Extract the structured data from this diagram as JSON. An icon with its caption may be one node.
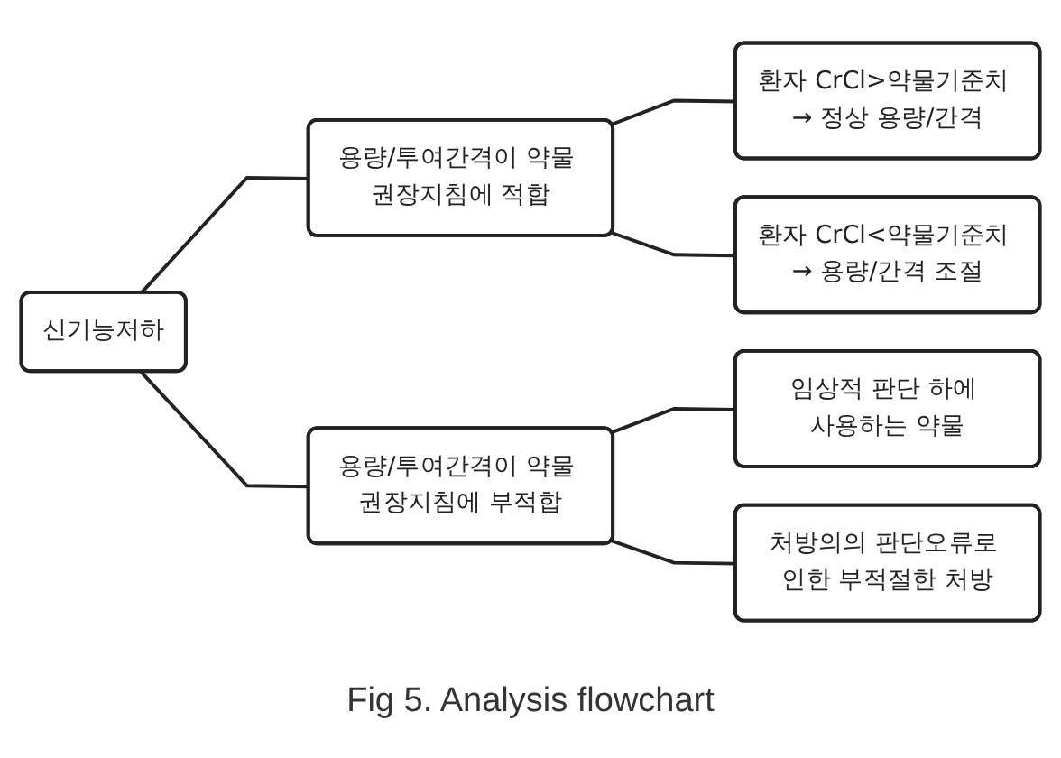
{
  "diagram": {
    "caption": "Fig 5. Analysis flowchart",
    "nodes": [
      {
        "text": [
          "신기능저하"
        ]
      },
      {
        "text": [
          "용량/투여간격이 약물 권장지침에 적합"
        ]
      },
      {
        "text": [
          "환자 CrCl>약물기준치 → 정상 용량/간격"
        ]
      },
      {
        "text": [
          "환자 CrCl<약물기준치 → 용량/간격 조절"
        ]
      },
      {
        "text": [
          "용량/투여간격이 약물 권장지침에 부적합"
        ]
      },
      {
        "text": [
          "임상적 판단 하에 사용하는 약물"
        ]
      },
      {
        "text": [
          "처방의의 판단오류로 인한 부적절한 처방"
        ]
      }
    ],
    "edges": [
      {
        "from": 0,
        "to": 1,
        "arrow": "none"
      },
      {
        "from": 0,
        "to": 4,
        "arrow": "none"
      },
      {
        "from": 1,
        "to": 2,
        "arrow": "none"
      },
      {
        "from": 1,
        "to": 3,
        "arrow": "none"
      },
      {
        "from": 4,
        "to": 5,
        "arrow": "none"
      },
      {
        "from": 4,
        "to": 6,
        "arrow": "none"
      }
    ]
  }
}
